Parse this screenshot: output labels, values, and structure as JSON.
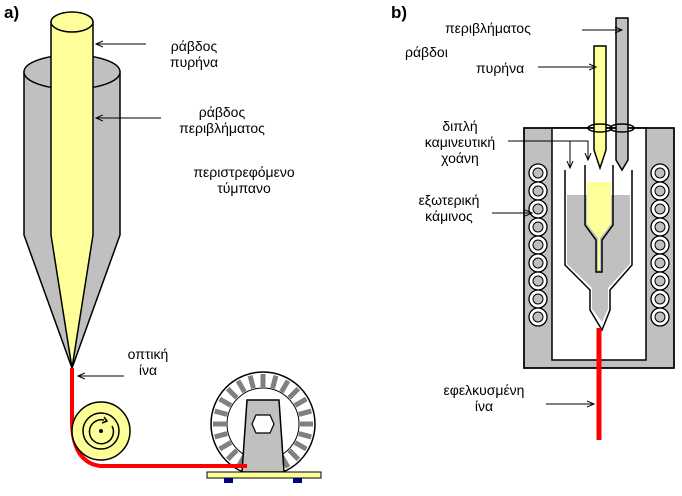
{
  "panels": {
    "a": "a)",
    "b": "b)"
  },
  "labels_a": {
    "core_rod": [
      "ράβδος",
      "πυρήνα"
    ],
    "cladding_rod": [
      "ράβδος",
      "περιβλήματος"
    ],
    "drum": [
      "περιστρεφόμενο",
      "τύμπανο"
    ],
    "fiber": [
      "οπτική",
      "ίνα"
    ]
  },
  "labels_b": {
    "cladding": "περιβλήματος",
    "rods": "ράβδοι",
    "core": "πυρήνα",
    "crucible": [
      "διπλή",
      "καμινευτική",
      "χοάνη"
    ],
    "furnace": [
      "εξωτερική",
      "κάμινος"
    ],
    "drawn_fiber": [
      "εφελκυσμένη",
      "ίνα"
    ]
  },
  "colors": {
    "core": "#ffff99",
    "cladding": "#c0c0c0",
    "fiber": "#ff0000",
    "outline": "#000000",
    "base": "#ffff99"
  }
}
